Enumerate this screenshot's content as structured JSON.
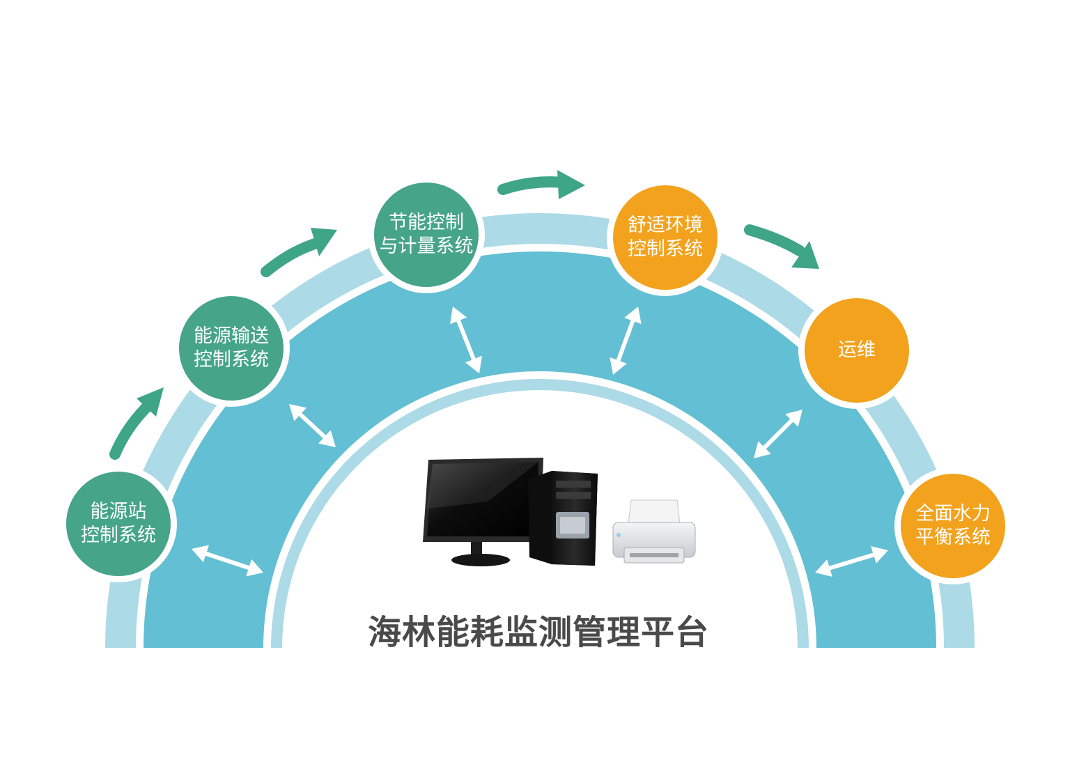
{
  "colors": {
    "outer_band": "#acdae7",
    "inner_band": "#63bfd3",
    "inner_ring": "#acdae7",
    "green_node": "#46a488",
    "orange_node": "#f2a21c",
    "flow_arrow": "#3ea587",
    "link_arrow": "#ffffff",
    "title": "#4a4a4a"
  },
  "nodes": [
    {
      "id": "energy-station",
      "lines": [
        "能源站",
        "控制系统"
      ],
      "color": "green"
    },
    {
      "id": "energy-transmission",
      "lines": [
        "能源输送",
        "控制系统"
      ],
      "color": "green"
    },
    {
      "id": "energy-saving-metering",
      "lines": [
        "节能控制",
        "与计量系统"
      ],
      "color": "green"
    },
    {
      "id": "comfort-environment",
      "lines": [
        "舒适环境",
        "控制系统"
      ],
      "color": "orange"
    },
    {
      "id": "operation-maintenance",
      "lines": [
        "运维"
      ],
      "color": "orange"
    },
    {
      "id": "hydraulic-balance",
      "lines": [
        "全面水力",
        "平衡系统"
      ],
      "color": "orange"
    }
  ],
  "platform": {
    "title": "海林能耗监测管理平台",
    "icons": [
      "monitor-icon",
      "pc-tower-icon",
      "printer-icon"
    ]
  }
}
